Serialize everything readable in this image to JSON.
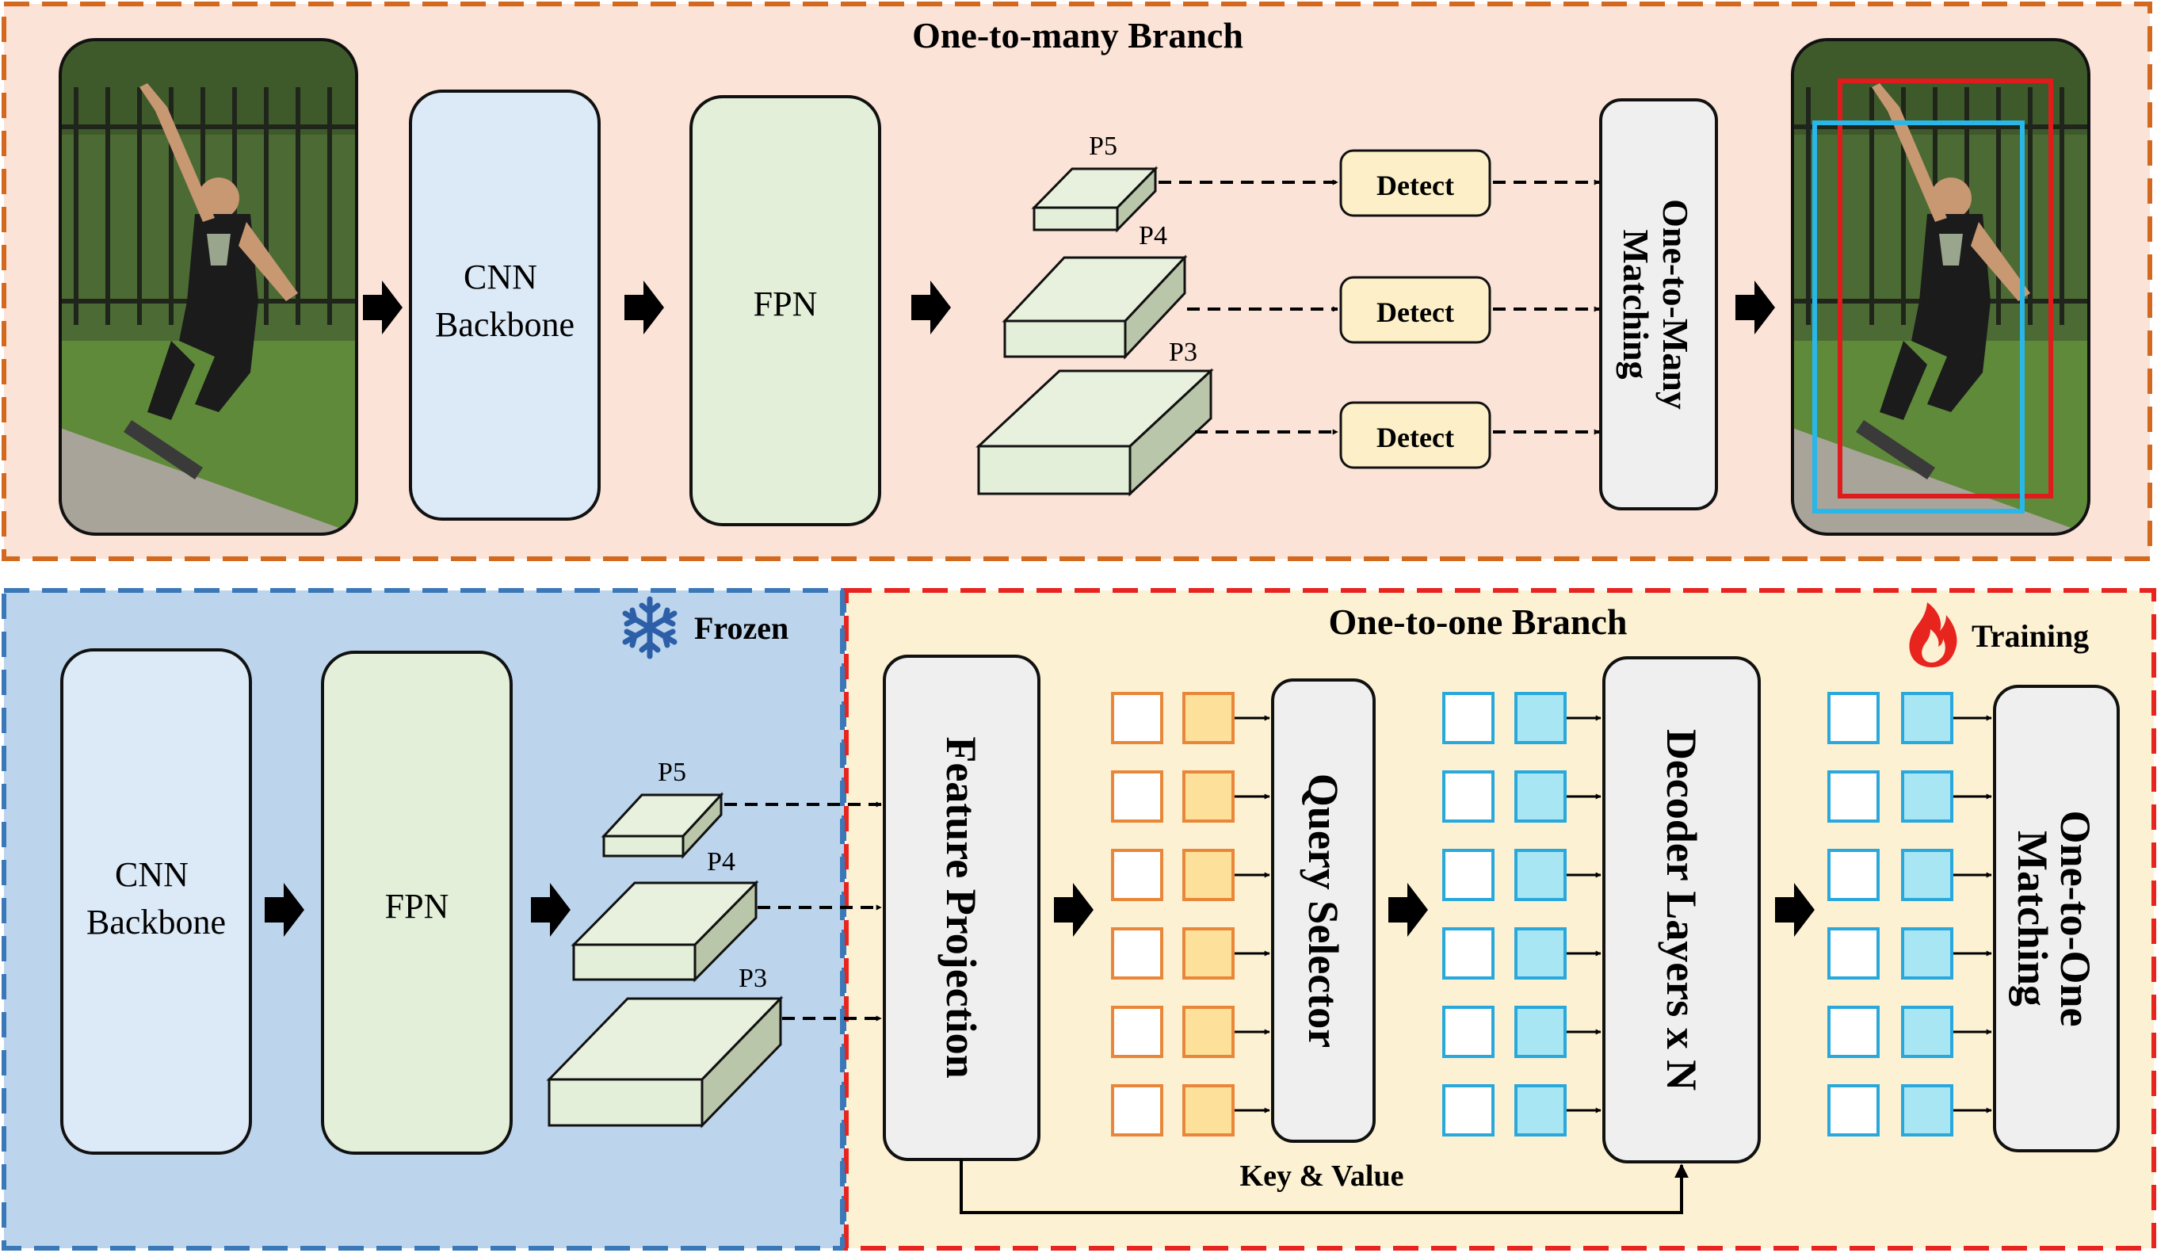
{
  "top_branch": {
    "title": "One-to-many Branch",
    "backbone_line1": "CNN",
    "backbone_line2": "Backbone",
    "fpn": "FPN",
    "levels": [
      "P5",
      "P4",
      "P3"
    ],
    "detect": "Detect",
    "matching_line1": "One-to-Many",
    "matching_line2": "Matching"
  },
  "frozen": {
    "label": "Frozen",
    "backbone_line1": "CNN",
    "backbone_line2": "Backbone",
    "fpn": "FPN",
    "levels": [
      "P5",
      "P4",
      "P3"
    ]
  },
  "bottom_branch": {
    "title": "One-to-one Branch",
    "training_label": "Training",
    "feature_projection": "Feature Projection",
    "query_selector": "Query Selector",
    "decoder": "Decoder Layers x N",
    "key_value": "Key & Value",
    "matching_line1": "One-to-One",
    "matching_line2": "Matching"
  },
  "colors": {
    "top_bg": "#fbe3d7",
    "top_border": "#d2691e",
    "frozen_bg": "#bcd5ed",
    "frozen_border": "#3b78b8",
    "training_bg": "#fdf1d3",
    "training_border": "#e8241f",
    "backbone_fill": "#dce9f6",
    "fpn_fill": "#e3efd9",
    "detect_fill": "#fdf0c8",
    "matching_fill": "#efefef",
    "query_orange": "#e8873a",
    "query_orange_fill": "#fde19b",
    "query_blue": "#29a8dc",
    "query_blue_fill": "#a9e6f3",
    "box_red": "#e01b1b",
    "box_cyan": "#29b6e8"
  },
  "icons": [
    "snowflake-icon",
    "fire-icon",
    "arrow-icon",
    "skater-photo"
  ]
}
